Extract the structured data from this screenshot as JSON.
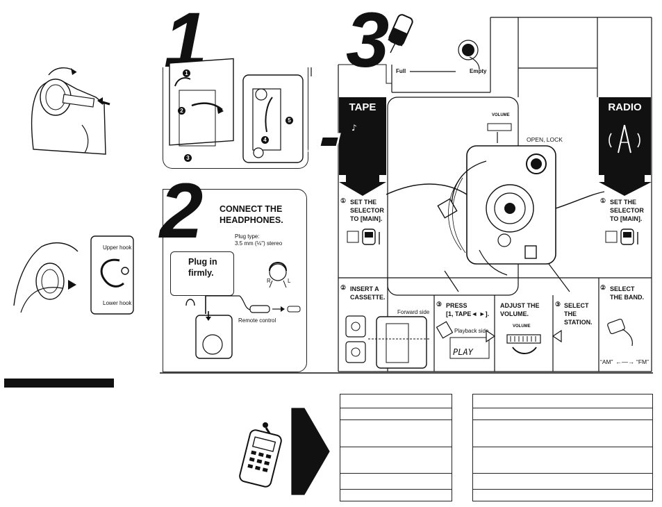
{
  "steps": {
    "step1_number": "1",
    "step2_number": "2",
    "step3_number": "3",
    "step1_callouts": [
      "1",
      "2",
      "3",
      "4",
      "5"
    ]
  },
  "left": {
    "upper_hook": "Upper hook",
    "lower_hook": "Lower hook"
  },
  "step2": {
    "title_line1": "CONNECT THE",
    "title_line2": "HEADPHONES.",
    "plug_type_label": "Plug type:",
    "plug_type_value": "3.5 mm (⅛\") stereo",
    "plug_in_line1": "Plug in",
    "plug_in_line2": "firmly.",
    "remote_control": "Remote control",
    "r_label": "R",
    "l_label": "L"
  },
  "step3": {
    "battery_full": "Full",
    "battery_empty": "Empty",
    "volume_label": "VOLUME",
    "open_lock": "OPEN, LOCK"
  },
  "tape": {
    "header": "TAPE",
    "set_selector": "SET THE SELECTOR TO [MAIN].",
    "set_selector_lines": [
      "SET THE",
      "SELECTOR",
      "TO [MAIN]."
    ],
    "insert_lines": [
      "INSERT A",
      "CASSETTE."
    ],
    "forward_side": "Forward side",
    "press_lines": [
      "PRESS",
      "[1, TAPE◄ ►]."
    ],
    "playback_side": "Playback side",
    "play_display": "PLAY"
  },
  "adjust": {
    "lines": [
      "ADJUST THE",
      "VOLUME."
    ],
    "volume_label": "VOLUME"
  },
  "radio": {
    "header": "RADIO",
    "set_selector_lines": [
      "SET THE",
      "SELECTOR",
      "TO [MAIN]."
    ],
    "select_band_lines": [
      "SELECT",
      "THE BAND."
    ],
    "select_station_lines": [
      "SELECT",
      "THE",
      "STATION."
    ],
    "am": "“AM”",
    "fm": "“FM”",
    "band_arrow": "←—→"
  },
  "circled": [
    "①",
    "②",
    "③"
  ],
  "colors": {
    "ink": "#111111",
    "paper": "#ffffff",
    "gray": "#cfcfcf"
  }
}
